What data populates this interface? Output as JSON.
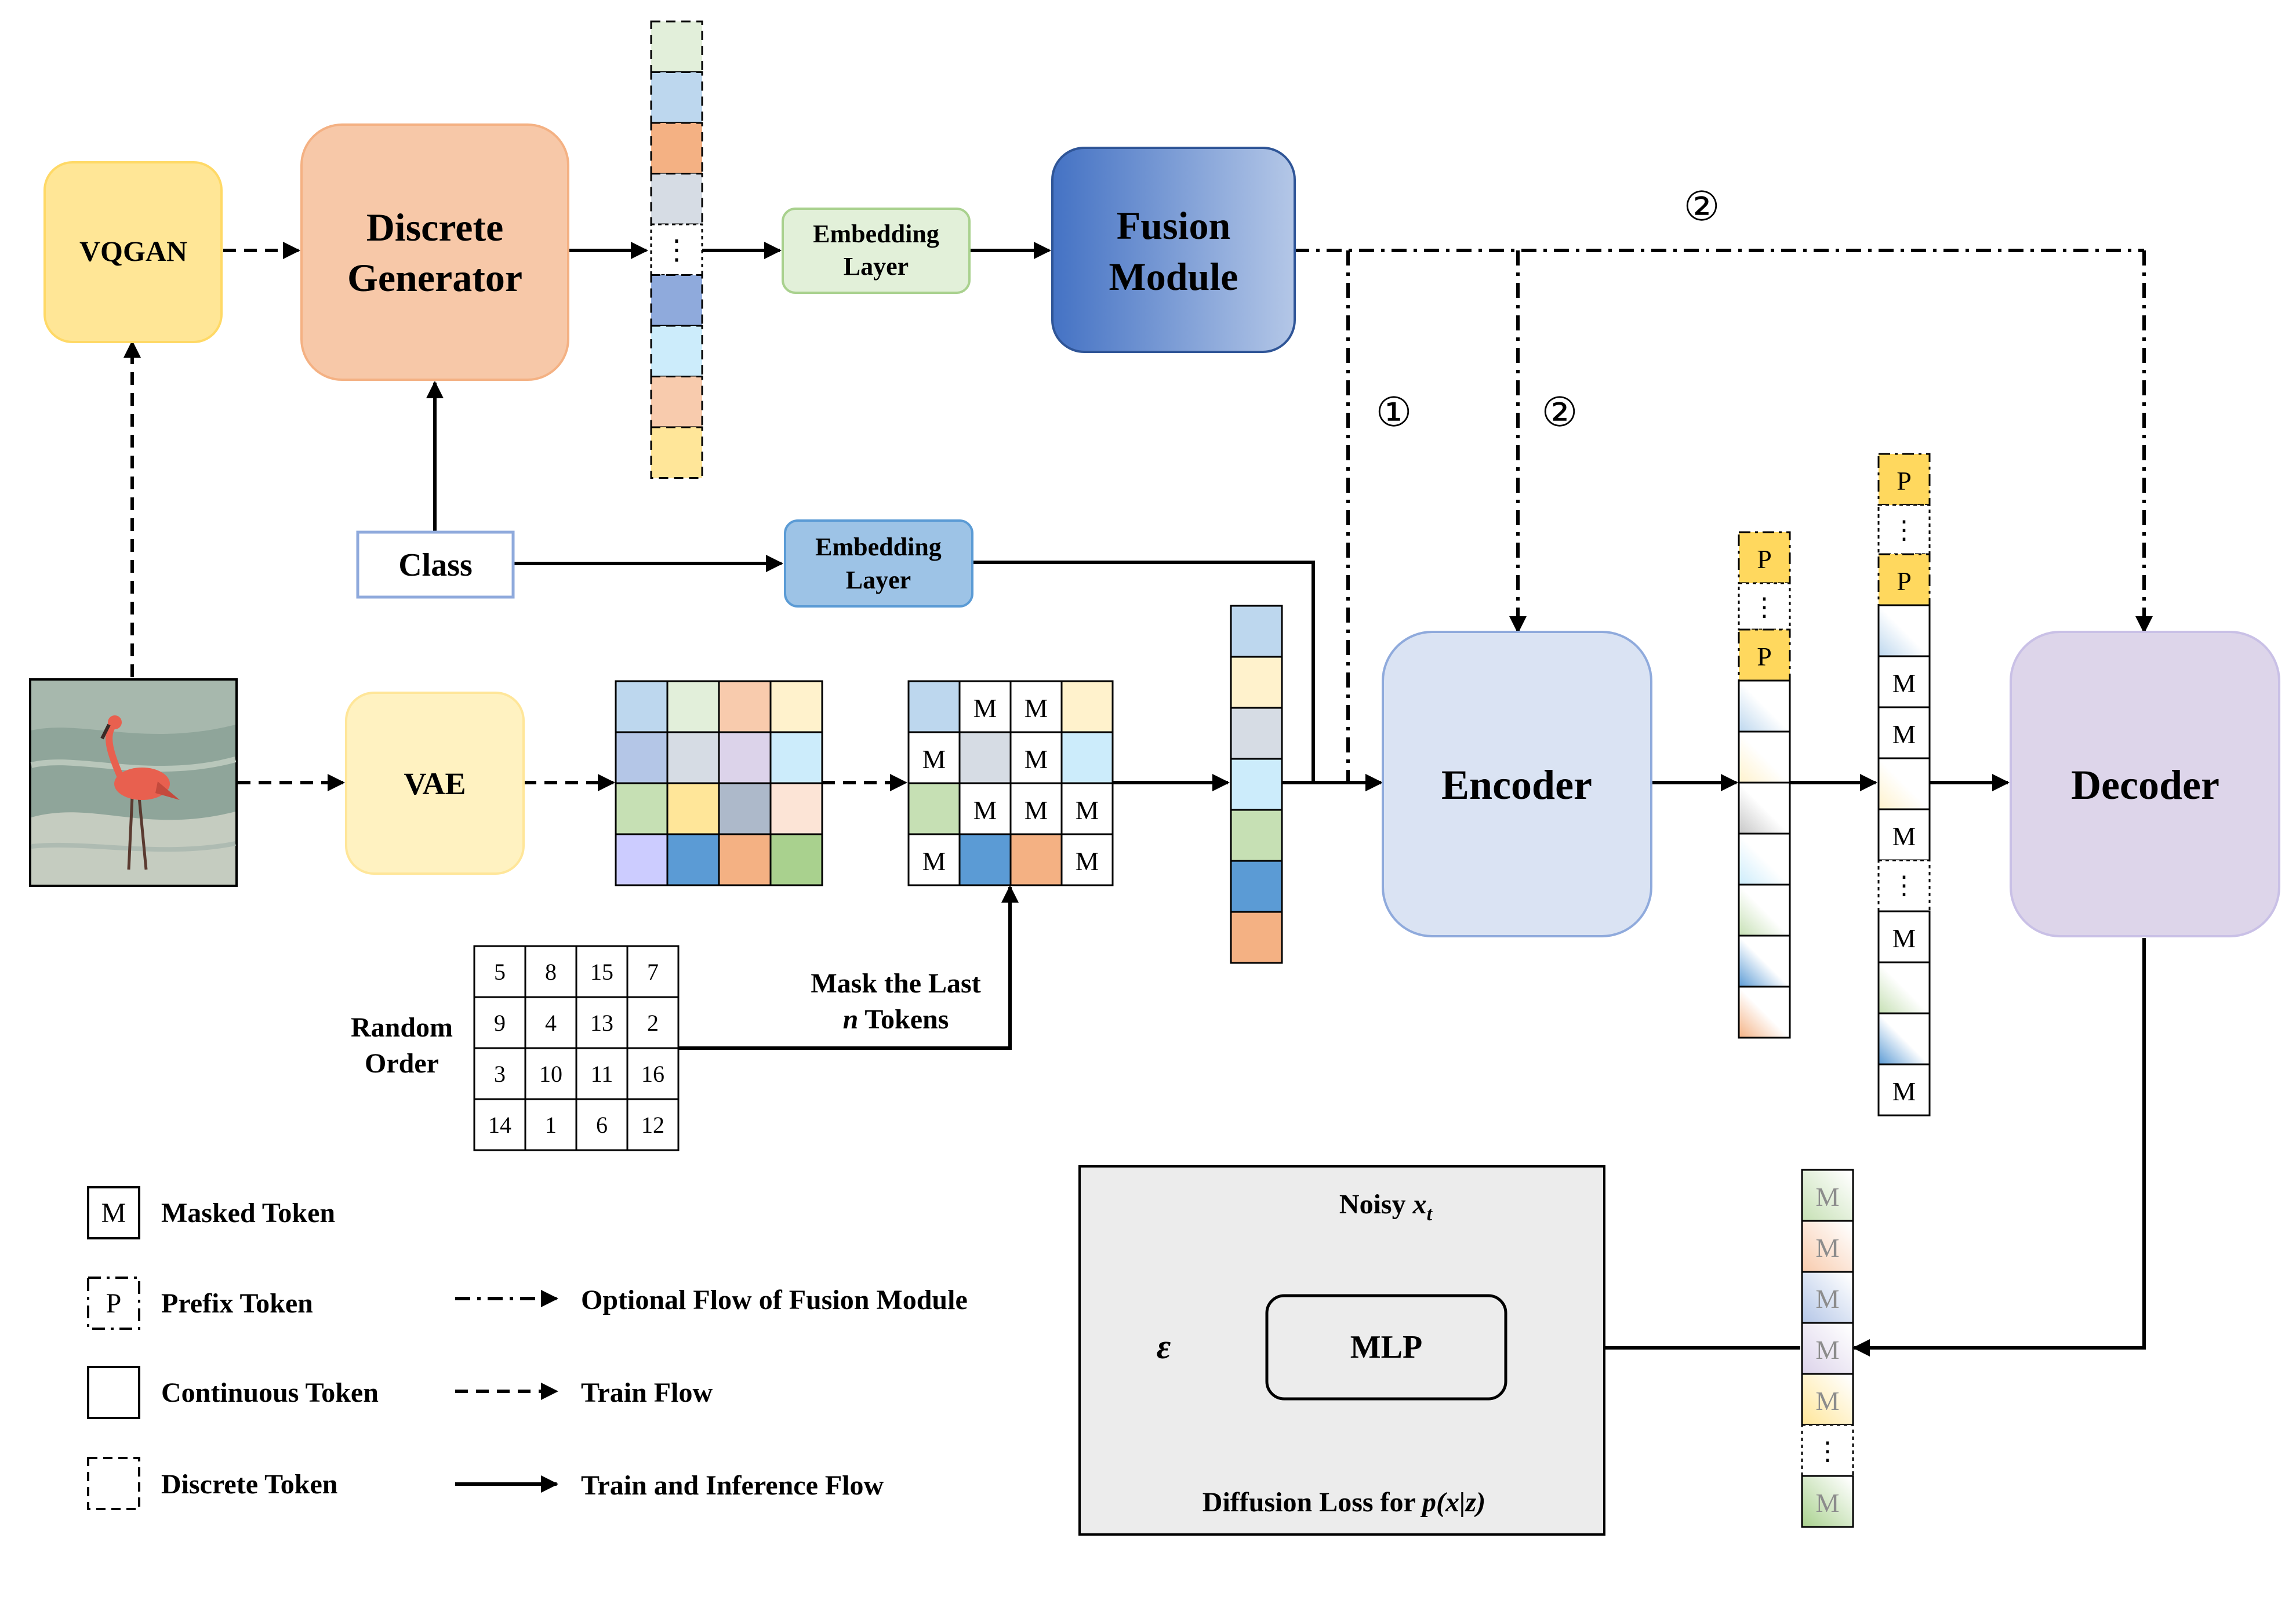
{
  "blocks": {
    "vqgan": "VQGAN",
    "discrete_generator": [
      "Discrete",
      "Generator"
    ],
    "embedding_top": [
      "Embedding",
      "Layer"
    ],
    "fusion_module": [
      "Fusion",
      "Module"
    ],
    "class_box": "Class",
    "embedding_mid": [
      "Embedding",
      "Layer"
    ],
    "vae": "VAE",
    "encoder": "Encoder",
    "decoder": "Decoder",
    "mlp": "MLP"
  },
  "flow_markers": {
    "one": "①",
    "two_top": "②",
    "two_mid": "②"
  },
  "token_labels": {
    "masked": "M",
    "prefix": "P",
    "ellipsis": "⋮"
  },
  "mask_caption": {
    "line1": "Mask the Last",
    "var": "n",
    "rest": " Tokens"
  },
  "random_order": {
    "label": [
      "Random",
      "Order"
    ],
    "grid": [
      [
        "5",
        "8",
        "15",
        "7"
      ],
      [
        "9",
        "4",
        "13",
        "2"
      ],
      [
        "3",
        "10",
        "11",
        "16"
      ],
      [
        "14",
        "1",
        "6",
        "12"
      ]
    ]
  },
  "diffusion": {
    "noisy_label": "Noisy ",
    "noisy_var": "x",
    "noisy_sub": "t",
    "eps": "ε",
    "loss_label": "Diffusion Loss for ",
    "loss_formula": "p(x|z)"
  },
  "legend": {
    "masked_token": "Masked Token",
    "prefix_token": "Prefix Token",
    "continuous_token": "Continuous Token",
    "discrete_token": "Discrete Token",
    "optional_flow": "Optional Flow of Fusion Module",
    "train_flow": "Train Flow",
    "train_inference_flow": "Train and Inference Flow"
  },
  "colors": {
    "vqgan_fill": "#ffe696",
    "generator_fill": "#f7c8a8",
    "embedding_top_fill": "#e2f0d9",
    "fusion_dark": "#4472c4",
    "fusion_light": "#b4c7e7",
    "embedding_mid_fill": "#9dc3e6",
    "vae_fill": "#fff2c1",
    "encoder_fill": "#dae3f3",
    "decoder_fill": "#ddd5ea",
    "diffusion_bg": "#ececec",
    "prefix_fill": "#ffd85e"
  },
  "palette": {
    "lb": "#bdd7ee",
    "lg": "#e2efda",
    "pe": "#f8cbad",
    "ly": "#fff2cc",
    "pb": "#b4c6e7",
    "gr": "#d6dce4",
    "lv": "#dcd3ea",
    "sk": "#ccecfb",
    "gn": "#c6e0b4",
    "ye": "#ffe699",
    "sl": "#adb9ca",
    "ap": "#fce4d6",
    "vi": "#ccccff",
    "bl": "#5b9bd5",
    "or": "#f4b183",
    "mg": "#a9d18e",
    "dk": "#8faadc",
    "g2": "#c7c7c7"
  }
}
